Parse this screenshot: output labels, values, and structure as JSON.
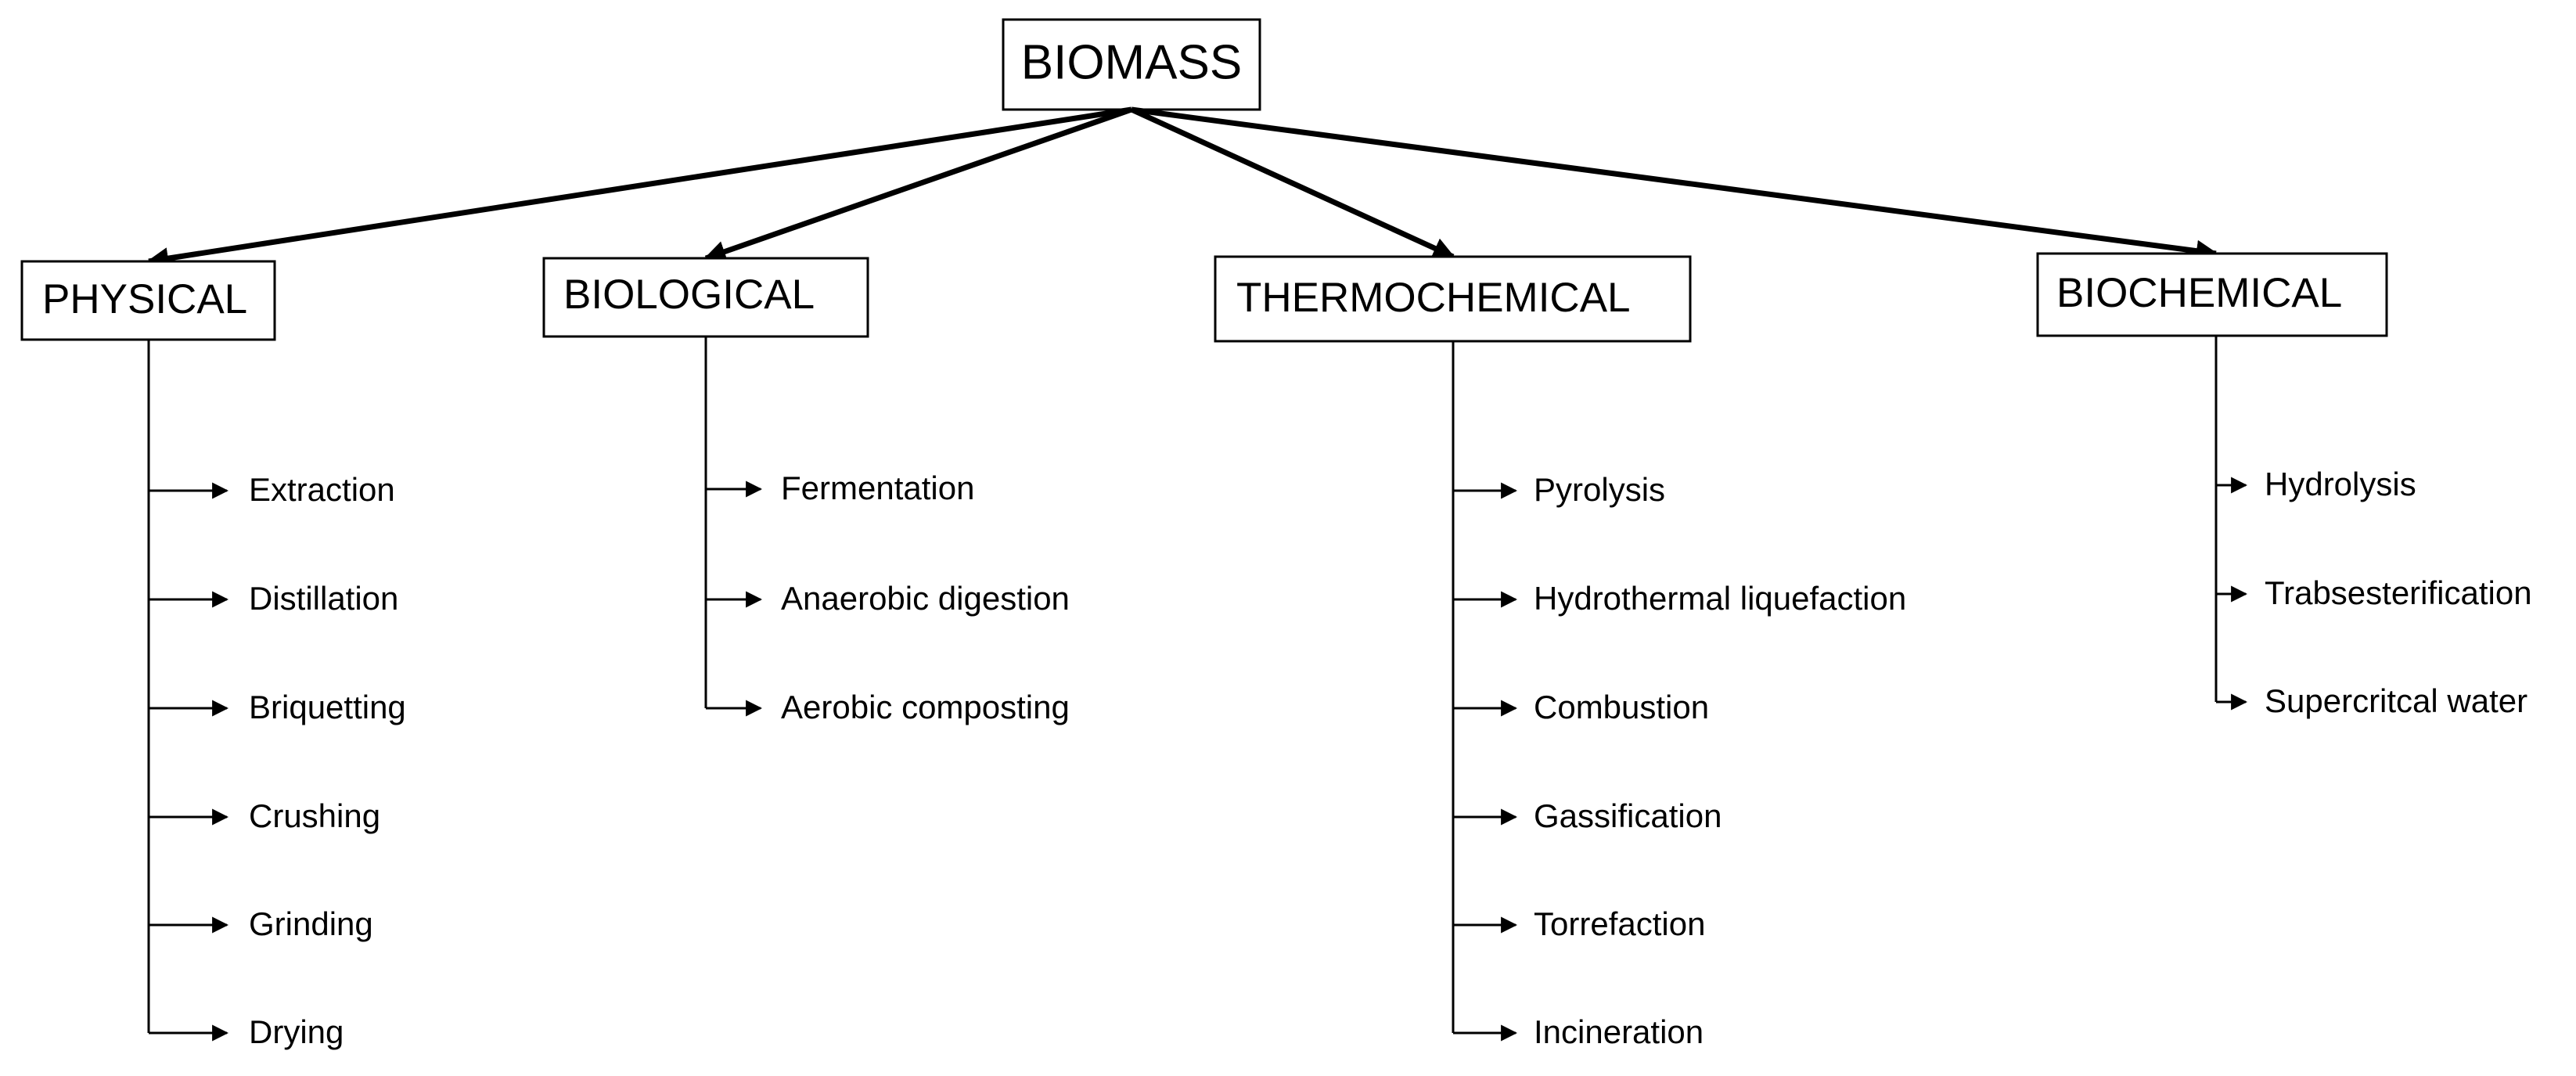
{
  "root": {
    "label": "BIOMASS"
  },
  "categories": [
    {
      "label": "PHYSICAL",
      "items": [
        "Extraction",
        "Distillation",
        "Briquetting",
        "Crushing",
        "Grinding",
        "Drying"
      ]
    },
    {
      "label": "BIOLOGICAL",
      "items": [
        "Fermentation",
        "Anaerobic digestion",
        "Aerobic composting"
      ]
    },
    {
      "label": "THERMOCHEMICAL",
      "items": [
        "Pyrolysis",
        "Hydrothermal liquefaction",
        "Combustion",
        "Gassification",
        "Torrefaction",
        "Incineration"
      ]
    },
    {
      "label": "BIOCHEMICAL",
      "items": [
        "Hydrolysis",
        "Trabsesterification",
        "Supercritcal water"
      ]
    }
  ],
  "colors": {
    "line": "#000000",
    "box_fill": "#ffffff",
    "text": "#000000"
  }
}
